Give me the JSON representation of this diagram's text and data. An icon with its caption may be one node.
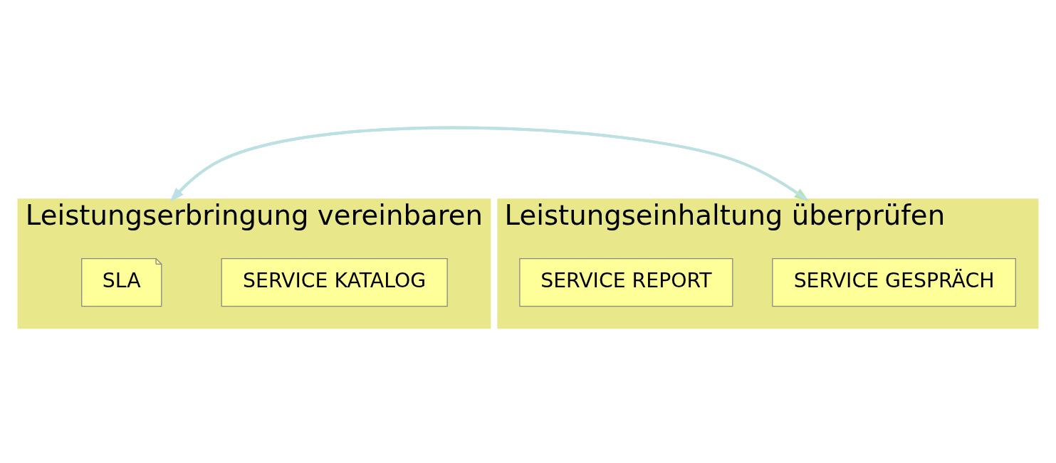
{
  "diagram": {
    "nodes": [
      {
        "text": [
          "Leistungserbringung vereinbaren"
        ]
      },
      {
        "text": [
          "SERVICE KATALOG"
        ],
        "in": 0
      },
      {
        "text": [
          "SLA"
        ],
        "in": 0
      },
      {
        "text": [
          "Leistungseinhaltung überprüfen"
        ]
      },
      {
        "text": [
          "SERVICE GESPRÄCH"
        ],
        "in": 3
      },
      {
        "text": [
          "SERVICE REPORT"
        ],
        "in": 3
      }
    ],
    "edges": [
      {
        "from": 0,
        "to": 3,
        "arrow": "to",
        "color": "#b5e3b0"
      },
      {
        "from": 3,
        "to": 0,
        "arrow": "to",
        "color": "#bde0e6"
      }
    ]
  }
}
